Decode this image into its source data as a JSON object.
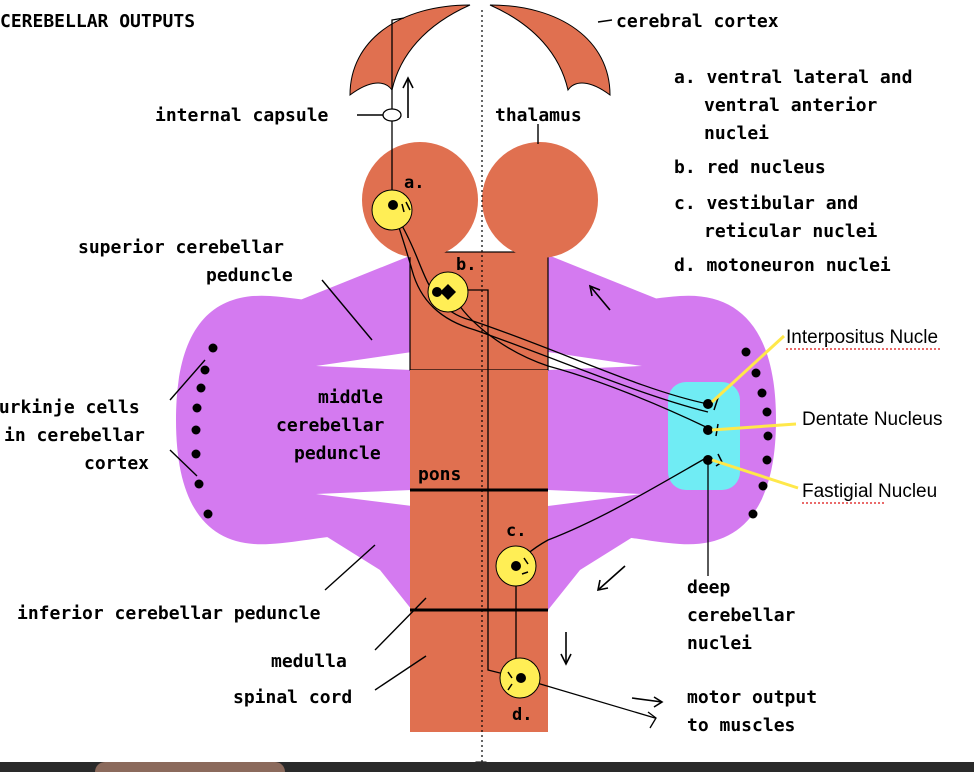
{
  "title": "CEREBELLAR OUTPUTS",
  "labels": {
    "cerebral_cortex": "cerebral cortex",
    "internal_capsule": "internal capsule",
    "thalamus": "thalamus",
    "superior_peduncle_1": "superior cerebellar",
    "superior_peduncle_2": "peduncle",
    "purkinje_1": "Purkinje cells",
    "purkinje_2": "in cerebellar",
    "purkinje_3": "cortex",
    "middle_1": "middle",
    "middle_2": "cerebellar",
    "middle_3": "peduncle",
    "pons": "pons",
    "inferior_peduncle": "inferior cerebellar peduncle",
    "medulla": "medulla",
    "spinal_cord": "spinal cord",
    "deep_1": "deep",
    "deep_2": "cerebellar",
    "deep_3": "nuclei",
    "motor_1": "motor output",
    "motor_2": "to muscles"
  },
  "markers": {
    "a": "a.",
    "b": "b.",
    "c": "c.",
    "d": "d."
  },
  "legend": {
    "a_1": "a. ventral lateral and",
    "a_2": "ventral anterior",
    "a_3": "nuclei",
    "b": "b. red nucleus",
    "c_1": "c. vestibular and",
    "c_2": "reticular nuclei",
    "d": "d. motoneuron nuclei"
  },
  "annotations": {
    "interpositus": "Interpositus Nucle",
    "dentate": "Dentate Nucleus",
    "fastigial": "Fastigial Nucleu"
  },
  "colors": {
    "brainstem": "#e07050",
    "cerebellum": "#d47af0",
    "nucleus": "#ffee55",
    "deep_nuclei": "#70ecf4",
    "annotation_line": "#ffe84a"
  }
}
